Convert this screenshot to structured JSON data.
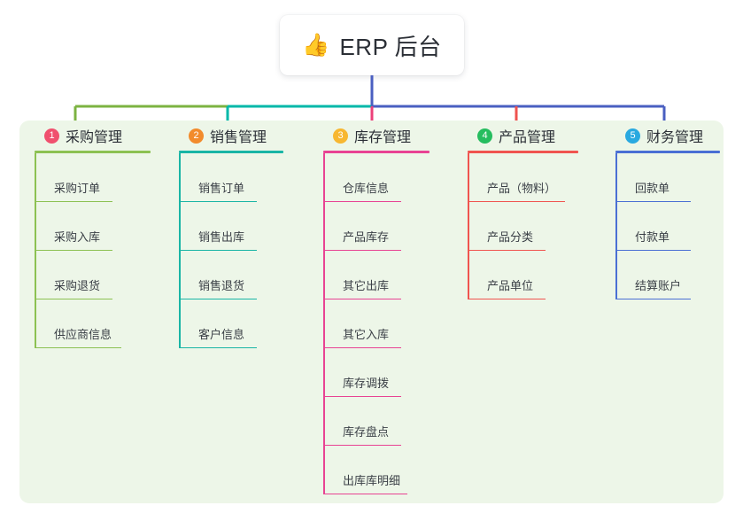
{
  "root": {
    "icon": "thumbs-up-icon",
    "emoji": "👍",
    "title": "ERP 后台"
  },
  "panel": {
    "background_color": "#edf6e8"
  },
  "columns": [
    {
      "number": "1",
      "title": "采购管理",
      "badge_color": "#f0506e",
      "line_color": "#8cc152",
      "connector_color": "#7cb342",
      "items": [
        "采购订单",
        "采购入库",
        "采购退货",
        "供应商信息"
      ]
    },
    {
      "number": "2",
      "title": "销售管理",
      "badge_color": "#f28b2c",
      "line_color": "#19b5a5",
      "connector_color": "#00b8a9",
      "items": [
        "销售订单",
        "销售出库",
        "销售退货",
        "客户信息"
      ]
    },
    {
      "number": "3",
      "title": "库存管理",
      "badge_color": "#f7b731",
      "line_color": "#e84393",
      "connector_color": "#ec407a",
      "items": [
        "仓库信息",
        "产品库存",
        "其它出库",
        "其它入库",
        "库存调拨",
        "库存盘点",
        "出库库明细"
      ]
    },
    {
      "number": "4",
      "title": "产品管理",
      "badge_color": "#26bd5f",
      "line_color": "#f0544f",
      "connector_color": "#ef5350",
      "items": [
        "产品（物料）",
        "产品分类",
        "产品单位"
      ]
    },
    {
      "number": "5",
      "title": "财务管理",
      "badge_color": "#29a9e0",
      "line_color": "#4a6fd4",
      "connector_color": "#4a5fc1",
      "items": [
        "回款单",
        "付款单",
        "结算账户"
      ]
    }
  ],
  "connector": {
    "stem_color": "#4a5fc1",
    "bus_segments": [
      {
        "color": "#7cb342"
      },
      {
        "color": "#00b8a9"
      },
      {
        "color": "#4a5fc1"
      },
      {
        "color": "#4a5fc1"
      }
    ]
  }
}
